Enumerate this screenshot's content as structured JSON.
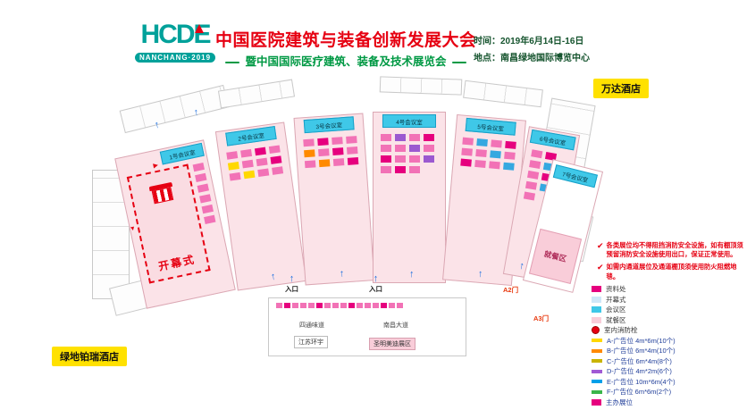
{
  "header": {
    "logo_main": "HCDE",
    "logo_sub": "NANCHANG·2019",
    "title": "中国医院建筑与装备创新发展大会",
    "subtitle": "暨中国国际医疗建筑、装备及技术展览会",
    "time": "时间：2019年6月14日-16日",
    "venue": "地点：南昌绿地国际博览中心"
  },
  "hotels": {
    "top_right": "万达酒店",
    "bottom_left": "绿地铂瑞酒店"
  },
  "plan": {
    "rooms": [
      {
        "label": "1号会议室"
      },
      {
        "label": "2号会议室"
      },
      {
        "label": "3号会议室"
      },
      {
        "label": "4号会议室"
      },
      {
        "label": "5号会议室"
      },
      {
        "label": "6号会议室"
      },
      {
        "label": "7号会议室"
      }
    ],
    "opening": "开幕式",
    "dining": "就餐区",
    "entrance": "入口",
    "gate_a2": "A2门",
    "gate_a3": "A3门",
    "street1": "四通味道",
    "street2": "南昌大道",
    "zone1": "江苏环宇",
    "zone2": "圣明美迪展区"
  },
  "notices": [
    {
      "text": "各类展位均不得阻挡消防安全设施，如有棚顶须预留消防安全设施使用出口，保证正常使用。"
    },
    {
      "text": "如需内通道展位及通道棚顶须使用防火阻燃地毯。"
    }
  ],
  "legend": {
    "areas": [
      {
        "label": "资料处",
        "color": "#e6007e"
      },
      {
        "label": "开幕式",
        "color": "#cfe7f8"
      },
      {
        "label": "会议区",
        "color": "#3fc8e8"
      },
      {
        "label": "就餐区",
        "color": "#f9cdd9"
      },
      {
        "label": "室内消防栓",
        "color": "#e60012"
      }
    ],
    "ads": [
      {
        "label": "A-广告位 4m*6m(10个)",
        "color": "#ffd800"
      },
      {
        "label": "B-广告位 6m*4m(10个)",
        "color": "#ff8a00"
      },
      {
        "label": "C-广告位 6m*4m(8个)",
        "color": "#c9b400"
      },
      {
        "label": "D-广告位 4m*2m(6个)",
        "color": "#a05ad5"
      },
      {
        "label": "E-广告位 10m*6m(4个)",
        "color": "#00a0e9"
      },
      {
        "label": "F-广告位 6m*6m(2个)",
        "color": "#39b54a"
      }
    ],
    "host": {
      "label": "主办展位",
      "color": "#e6007e"
    }
  },
  "icons": {
    "arrow_up": "↑",
    "check": "✔",
    "tri_down": "▼",
    "tri_right": "▶"
  }
}
